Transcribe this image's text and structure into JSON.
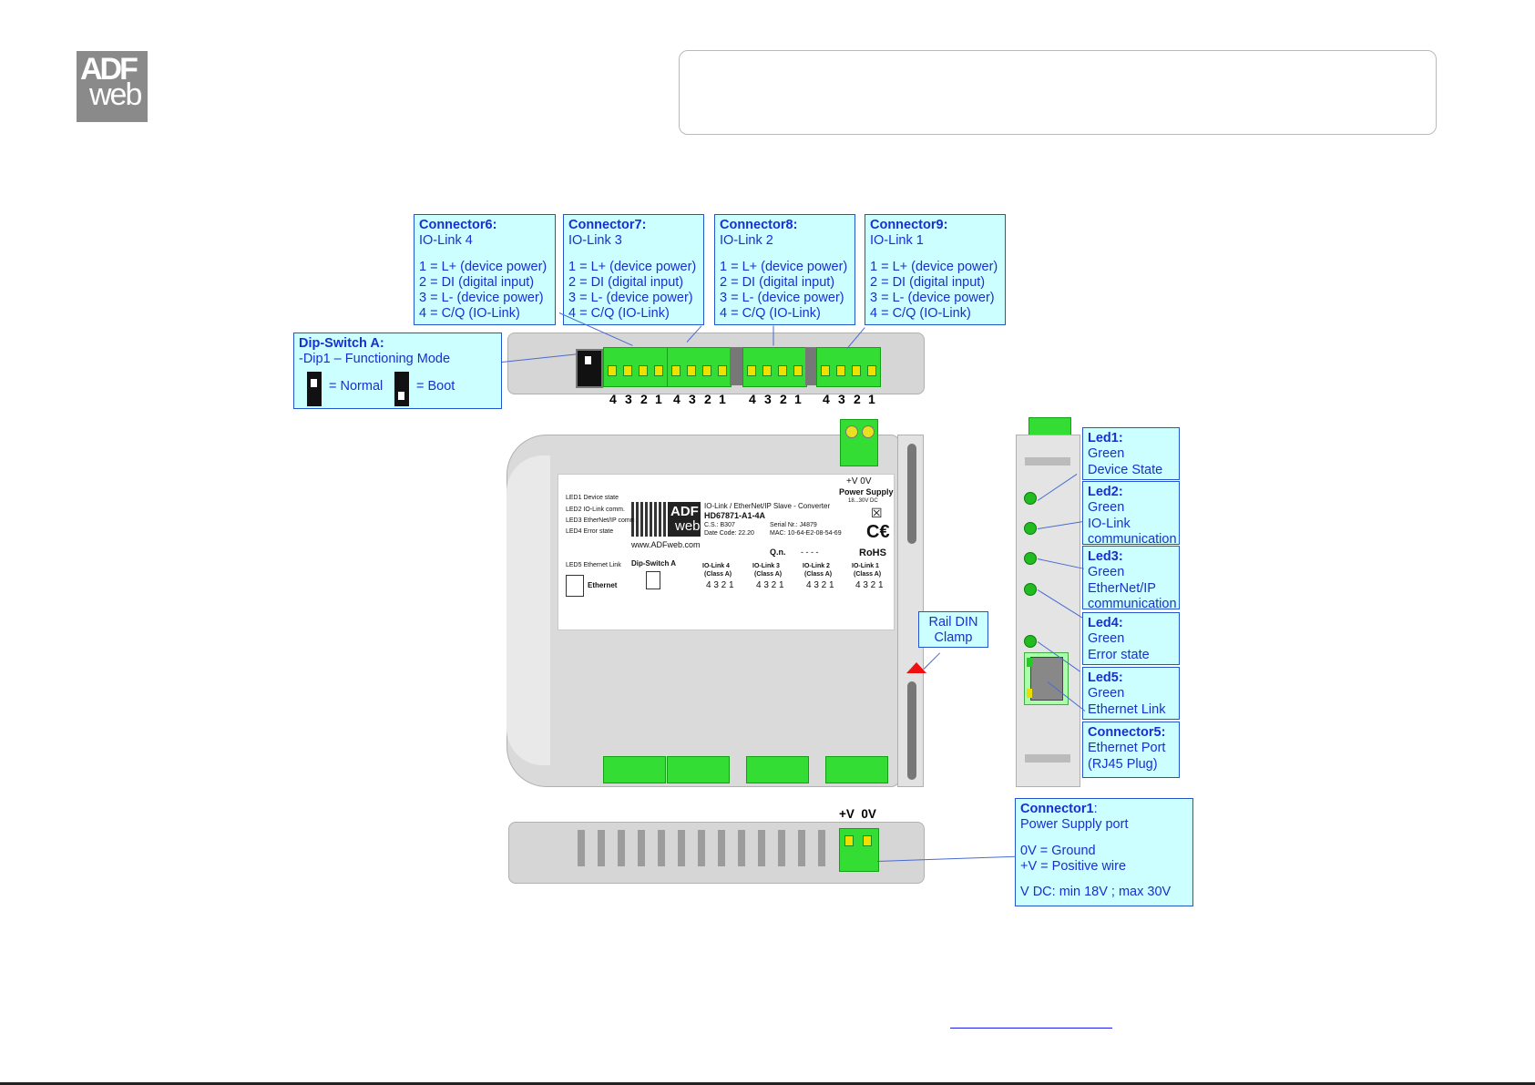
{
  "logo": {
    "line1": "ADF",
    "line2": "web"
  },
  "callouts": {
    "c6": {
      "title": "Connector6:",
      "subtitle": "IO-Link 4",
      "lines": [
        "1 = L+ (device power)",
        "2 = DI (digital input)",
        "3 = L- (device power)",
        "4 = C/Q (IO-Link)"
      ]
    },
    "c7": {
      "title": "Connector7:",
      "subtitle": "IO-Link 3",
      "lines": [
        "1 = L+ (device power)",
        "2 = DI (digital input)",
        "3 = L- (device power)",
        "4 = C/Q (IO-Link)"
      ]
    },
    "c8": {
      "title": "Connector8:",
      "subtitle": "IO-Link 2",
      "lines": [
        "1 = L+ (device power)",
        "2 = DI (digital input)",
        "3 = L- (device power)",
        "4 = C/Q (IO-Link)"
      ]
    },
    "c9": {
      "title": "Connector9:",
      "subtitle": "IO-Link 1",
      "lines": [
        "1 = L+ (device power)",
        "2 = DI (digital input)",
        "3 = L- (device power)",
        "4 = C/Q (IO-Link)"
      ]
    },
    "dip": {
      "title": "Dip-Switch A:",
      "subtitle": "-Dip1 – Functioning Mode",
      "normal": "= Normal",
      "boot": "= Boot"
    },
    "led1": {
      "title": "Led1:",
      "lines": [
        "Green",
        "Device State"
      ]
    },
    "led2": {
      "title": "Led2:",
      "lines": [
        "Green",
        "IO-Link",
        "communication"
      ]
    },
    "led3": {
      "title": "Led3:",
      "lines": [
        "Green",
        "EtherNet/IP",
        "communication"
      ]
    },
    "led4": {
      "title": "Led4:",
      "lines": [
        "Green",
        "Error state"
      ]
    },
    "led5": {
      "title": "Led5:",
      "lines": [
        "Green",
        "Ethernet Link"
      ]
    },
    "c5": {
      "title": "Connector5:",
      "lines": [
        "Ethernet Port",
        "(RJ45 Plug)"
      ]
    },
    "c1": {
      "title": "Connector1",
      "colon": ":",
      "subtitle": "Power Supply port",
      "lines": [
        "0V = Ground",
        "+V = Positive wire"
      ],
      "footer": "V DC: min 18V ; max 30V"
    },
    "rail": {
      "lines": [
        "Rail DIN",
        "Clamp"
      ]
    }
  },
  "top_pin_numbers": [
    "4",
    "3",
    "2",
    "1"
  ],
  "power_label": "+V  0V",
  "device_label": {
    "power_top": "+V   0V",
    "power_title": "Power Supply",
    "power_range": "18...30V DC",
    "leds": [
      "LED1 Device state",
      "LED2 IO-Link comm.",
      "LED3 EtherNet/IP comm.",
      "LED4 Error state"
    ],
    "led5": "LED5 Ethernet Link",
    "ethernet": "Ethernet",
    "product": "IO-Link / EtherNet/IP Slave - Converter",
    "model": "HD67871-A1-4A",
    "cs": "C.S.: B307",
    "serial": "Serial Nr.: J4879",
    "datecode": "Date Code: 22.20",
    "mac": "MAC: 10-64-E2-08-54-69",
    "website": "www.ADFweb.com",
    "qn": "Q.n.",
    "qn_val": "- - - -",
    "rohs": "RoHS",
    "dipswitch": "Dip-Switch A",
    "ports": [
      {
        "name": "IO-Link 4",
        "cls": "(Class A)",
        "pins": "4 3 2 1"
      },
      {
        "name": "IO-Link 3",
        "cls": "(Class A)",
        "pins": "4 3 2 1"
      },
      {
        "name": "IO-Link 2",
        "cls": "(Class A)",
        "pins": "4 3 2 1"
      },
      {
        "name": "IO-Link 1",
        "cls": "(Class A)",
        "pins": "4 3 2 1"
      }
    ],
    "logo1": "ADF",
    "logo2": "web"
  },
  "colors": {
    "callout_bg": "#ccffff",
    "callout_text": "#1a2fd0",
    "green": "#33dd33",
    "rail": "#d6d6d6"
  }
}
